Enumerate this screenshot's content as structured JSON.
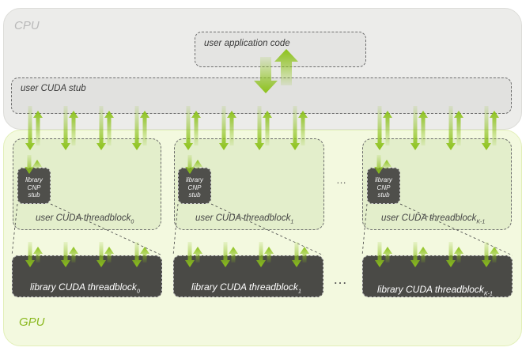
{
  "cpu": {
    "label": "CPU"
  },
  "gpu": {
    "label": "GPU"
  },
  "app_box": {
    "label": "user application code"
  },
  "stub_box": {
    "label": "user CUDA stub"
  },
  "user_threadblocks": [
    {
      "label": "user CUDA threadblock",
      "sub": "0"
    },
    {
      "label": "user CUDA threadblock",
      "sub": "1"
    },
    {
      "label": "user CUDA threadblock",
      "sub": "K-1"
    }
  ],
  "cnp_stub": {
    "line1": "library",
    "line2": "CNP",
    "line3": "stub"
  },
  "library_threadblocks": [
    {
      "label": "library CUDA threadblock",
      "sub": "0"
    },
    {
      "label": "library CUDA threadblock",
      "sub": "1"
    },
    {
      "label": "library CUDA threadblock",
      "sub": "K-1"
    }
  ],
  "ellipsis_upper": "…",
  "ellipsis_lower": "…",
  "colors": {
    "arrow_green": "#8cc21a",
    "cpu_region": "#ececea",
    "gpu_region": "#f3f9df",
    "user_block": "#e3eecb",
    "library_block": "#4a4a46",
    "gpu_label": "#8ab81e"
  }
}
